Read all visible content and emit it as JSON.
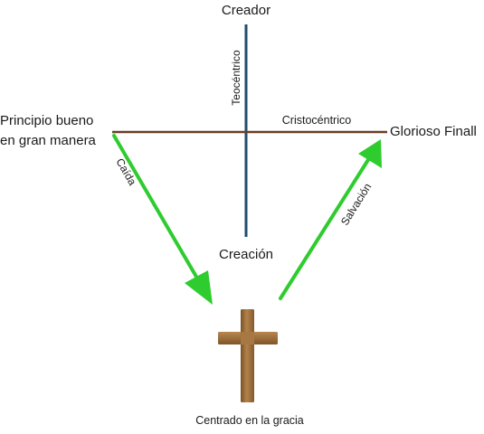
{
  "labels": {
    "top": "Creador",
    "vertical_axis": "Teocéntrico",
    "horizontal_axis": "Cristocéntrico",
    "left_line1": "Principio bueno",
    "left_line2": "en gran manera",
    "right": "Glorioso Finall",
    "center": "Creación",
    "down_arrow": "Caída",
    "up_arrow": "Salvación",
    "bottom": "Centrado en la gracia"
  },
  "colors": {
    "vertical_line": "#1f4e6e",
    "horizontal_line": "#6b3e26",
    "arrow": "#2ecc2e",
    "cross": "#a07038",
    "cross_shadow": "#6e4a22"
  },
  "icons": {
    "cross": "wooden-cross-icon"
  }
}
